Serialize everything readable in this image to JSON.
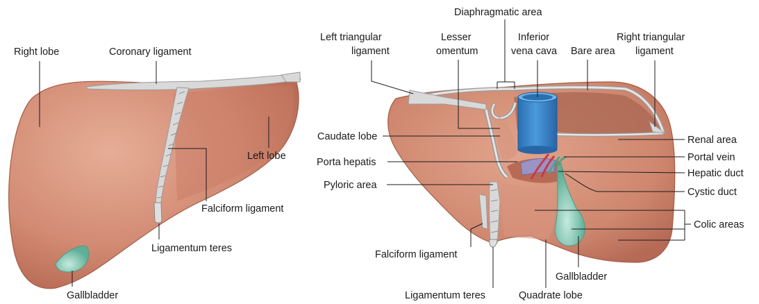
{
  "figure": {
    "anterior_labels": {
      "right_lobe": "Right lobe",
      "coronary_ligament": "Coronary ligament",
      "left_lobe": "Left lobe",
      "falciform_ligament": "Falciform ligament",
      "ligamentum_teres": "Ligamentum teres",
      "gallbladder": "Gallbladder"
    },
    "posterior_labels": {
      "diaphragmatic_area": "Diaphragmatic area",
      "left_triangular_1": "Left triangular",
      "left_triangular_2": "ligament",
      "lesser_omentum_1": "Lesser",
      "lesser_omentum_2": "omentum",
      "ivc_1": "Inferior",
      "ivc_2": "vena cava",
      "bare_area": "Bare area",
      "right_triangular_1": "Right triangular",
      "right_triangular_2": "ligament",
      "caudate_lobe": "Caudate lobe",
      "porta_hepatis": "Porta hepatis",
      "pyloric_area": "Pyloric area",
      "renal_area": "Renal area",
      "portal_vein": "Portal vein",
      "hepatic_duct": "Hepatic duct",
      "cystic_duct": "Cystic duct",
      "colic_areas": "Colic areas",
      "falciform_ligament": "Falciform ligament",
      "gallbladder": "Gallbladder",
      "ligamentum_teres": "Ligamentum teres",
      "quadrate_lobe": "Quadrate lobe"
    },
    "colors": {
      "liver": "#d08872",
      "liver_dark": "#b56a55",
      "liver_light": "#e3a890",
      "bare_area": "#a86552",
      "ligament": "#d9d9d9",
      "gallbladder": "#8ccab7",
      "ivc": "#2f7fc4",
      "portal_vein": "#9a93c4",
      "artery": "#c8394a"
    }
  }
}
